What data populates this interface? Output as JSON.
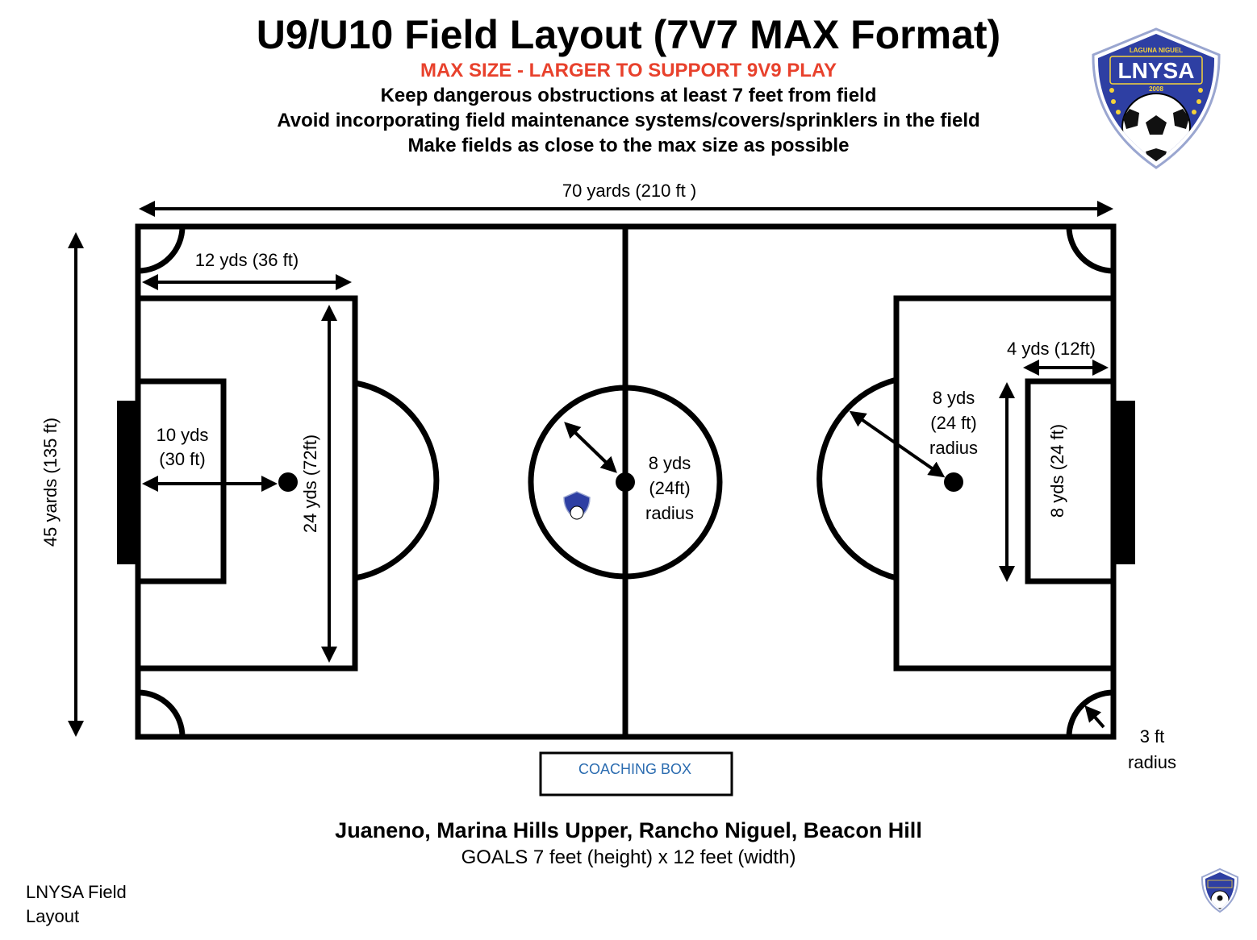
{
  "header": {
    "title": "U9/U10 Field Layout (7V7 MAX Format)",
    "subtitle": "MAX SIZE -  LARGER TO SUPPORT 9V9 PLAY",
    "subtitle_color": "#e8412c",
    "notes": [
      "Keep dangerous obstructions at least 7 feet from field",
      "Avoid incorporating field maintenance systems/covers/sprinklers in the field",
      "Make fields as close to the max size as possible"
    ]
  },
  "logo": {
    "top_text": "LAGUNA NIGUEL",
    "name": "LNYSA",
    "year": "2008",
    "icon": "soccer-ball-shield-icon",
    "colors": {
      "shield": "#2e3fa3",
      "outline": "#9aa6d0",
      "star": "#f5d33a"
    }
  },
  "dimensions": {
    "field_length": "70 yards (210 ft )",
    "field_width": "45 yards (135 ft)",
    "penalty_depth": "12 yds (36 ft)",
    "penalty_width": "24 yds (72ft)",
    "goal_area_depth": "4 yds (12ft)",
    "goal_area_width": "8 yds (24 ft)",
    "penalty_spot": [
      "10 yds",
      "(30 ft)"
    ],
    "center_circle_radius": [
      "8 yds",
      "(24ft)",
      "radius"
    ],
    "arc_radius": [
      "8 yds",
      "(24 ft)",
      "radius"
    ],
    "corner_radius": [
      "3 ft",
      "radius"
    ]
  },
  "coaching_box": {
    "label": "COACHING BOX",
    "label_color": "#2b6cb0"
  },
  "footer": {
    "fields": "Juaneno, Marina Hills Upper, Rancho Niguel, Beacon Hill",
    "goals": "GOALS 7 feet (height) x 12 feet (width)",
    "caption": [
      "LNYSA Field",
      "Layout"
    ]
  }
}
